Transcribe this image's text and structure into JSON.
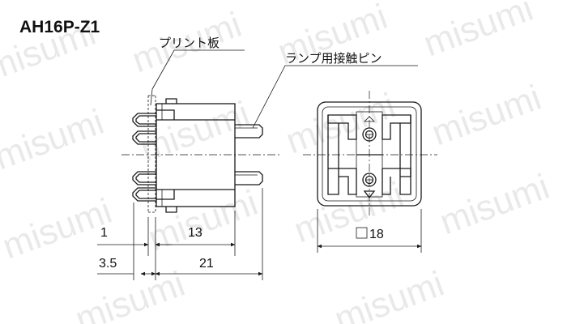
{
  "title": "AH16P-Z1",
  "labels": {
    "pcb": "プリント板",
    "lamp_pin": "ランプ用接触ピン"
  },
  "dimensions": {
    "d1": "1",
    "d13": "13",
    "d35": "3.5",
    "d21": "21",
    "d18": "18"
  },
  "watermark": "misumi",
  "colors": {
    "line": "#1a1a1a",
    "watermark": "#cfcfcf"
  }
}
